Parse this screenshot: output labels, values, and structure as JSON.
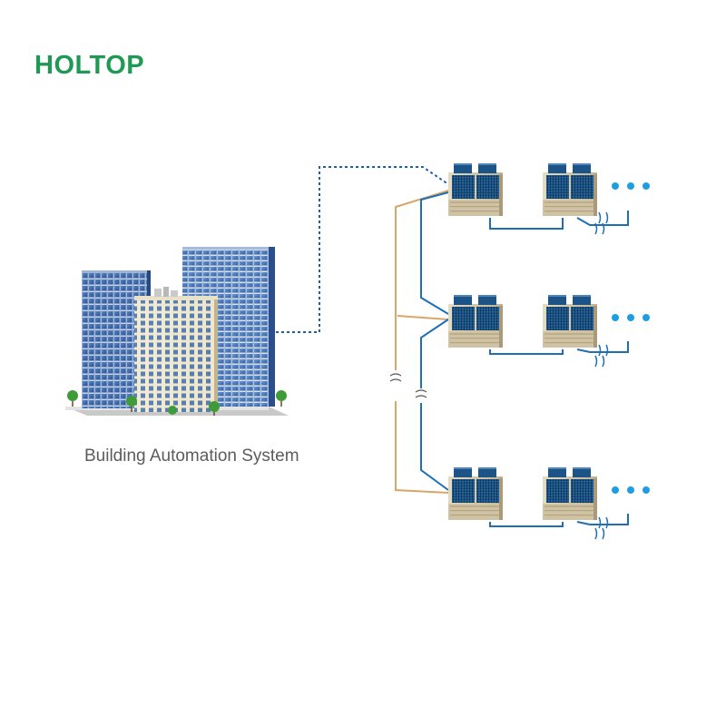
{
  "brand": {
    "logo_text": "HOLTOP",
    "logo_color": "#1f9a55"
  },
  "building": {
    "label": "Building Automation System"
  },
  "network": {
    "bus_color": "#1f6fb5",
    "wire_color": "#d9a66a",
    "link_color": "#1f5fa8",
    "dots_color": "#1e9ee0",
    "rows": [
      {
        "row": 1,
        "units": 2,
        "continues": true
      },
      {
        "row": 2,
        "units": 2,
        "continues": true
      },
      {
        "row": 3,
        "units": 2,
        "continues": true
      }
    ]
  }
}
